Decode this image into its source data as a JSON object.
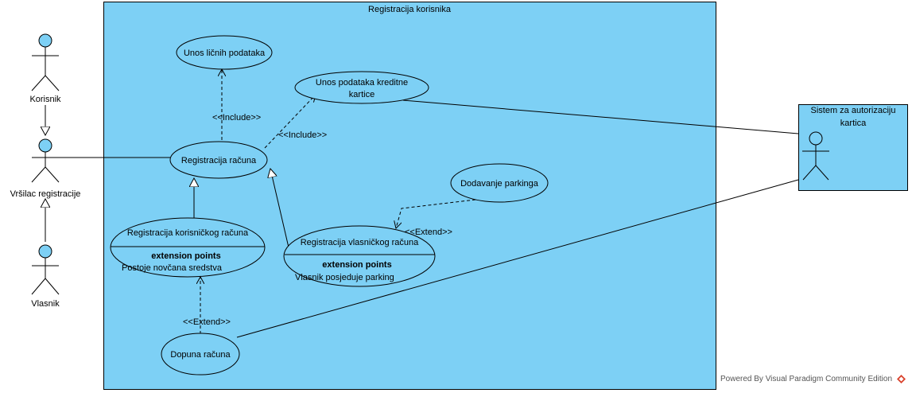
{
  "diagram": {
    "system_boundary": {
      "title": "Registracija korisnika"
    },
    "external_system": {
      "title_line1": "Sistem za autorizaciju",
      "title_line2": "kartica"
    },
    "actors": {
      "korisnik": "Korisnik",
      "vrsilac": "Vršilac registracije",
      "vlasnik": "Vlasnik"
    },
    "use_cases": {
      "unos_licnih": "Unos ličnih podataka",
      "unos_kartice_line1": "Unos podataka kreditne",
      "unos_kartice_line2": "kartice",
      "registracija_racuna": "Registracija računa",
      "dodavanje_parkinga": "Dodavanje parkinga",
      "reg_korisnickog": "Registracija korisničkog računa",
      "reg_korisnickog_ext_title": "extension points",
      "reg_korisnickog_ext_point": "Postoje novčana sredstva",
      "reg_vlasnickog": "Registracija vlasničkog računa",
      "reg_vlasnickog_ext_title": "extension points",
      "reg_vlasnickog_ext_point": "Vlasnik posjeduje parking",
      "dopuna_racuna": "Dopuna računa"
    },
    "stereotypes": {
      "include_1": "<<Include>>",
      "include_2": "<<Include>>",
      "extend_1": "<<Extend>>",
      "extend_2": "<<Extend>>"
    },
    "colors": {
      "fill": "#7dd0f5",
      "stroke": "#000000"
    }
  },
  "footer": {
    "watermark": "Powered By  Visual Paradigm Community Edition"
  }
}
